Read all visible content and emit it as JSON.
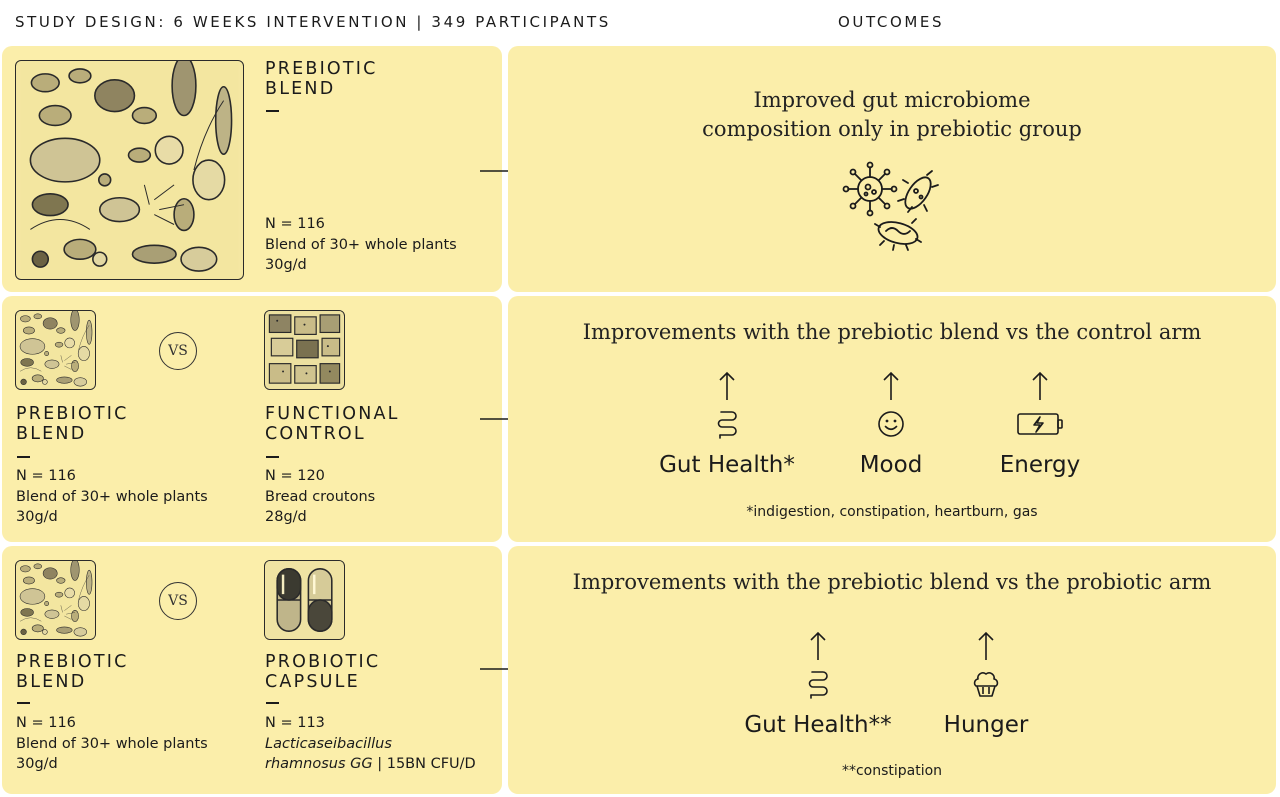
{
  "header": {
    "left": "STUDY DESIGN: 6 WEEKS INTERVENTION | 349 PARTICIPANTS",
    "right": "OUTCOMES"
  },
  "rows": [
    {
      "arm": {
        "title_line1": "PREBIOTIC",
        "title_line2": "BLEND",
        "n": "N = 116",
        "desc": "Blend of 30+ whole plants",
        "dose": "30g/d"
      },
      "outcome": {
        "title_line1": "Improved gut microbiome",
        "title_line2": "composition only in prebiotic group",
        "icon": "microbe-icon"
      }
    },
    {
      "arm_a": {
        "title_line1": "PREBIOTIC",
        "title_line2": "BLEND",
        "n": "N = 116",
        "desc": "Blend of 30+ whole plants",
        "dose": "30g/d"
      },
      "vs": "VS",
      "arm_b": {
        "title_line1": "FUNCTIONAL",
        "title_line2": "CONTROL",
        "n": "N = 120",
        "desc": "Bread croutons",
        "dose": "28g/d"
      },
      "outcome": {
        "title": "Improvements with the prebiotic blend vs the control arm",
        "items": [
          {
            "label": "Gut Health*",
            "icon": "gut-icon",
            "direction": "up"
          },
          {
            "label": "Mood",
            "icon": "smiley-icon",
            "direction": "up"
          },
          {
            "label": "Energy",
            "icon": "battery-icon",
            "direction": "up"
          }
        ],
        "footnote": "*indigestion, constipation, heartburn, gas"
      }
    },
    {
      "arm_a": {
        "title_line1": "PREBIOTIC",
        "title_line2": "BLEND",
        "n": "N = 116",
        "desc": "Blend of 30+ whole plants",
        "dose": "30g/d"
      },
      "vs": "VS",
      "arm_b": {
        "title_line1": "PROBIOTIC",
        "title_line2": "CAPSULE",
        "n": "N = 113",
        "desc_line1": "Lacticaseibacillus",
        "desc_line2_italic": "rhamnosus GG",
        "desc_line2_rest": " | 15BN CFU/D"
      },
      "outcome": {
        "title": "Improvements with the prebiotic blend vs the probiotic arm",
        "items": [
          {
            "label": "Gut Health**",
            "icon": "gut-icon",
            "direction": "up"
          },
          {
            "label": "Hunger",
            "icon": "cupcake-icon",
            "direction": "up"
          }
        ],
        "footnote": "**constipation"
      }
    }
  ],
  "colors": {
    "panel": "#fbeeaa",
    "ink": "#1b1b1b",
    "image_bg": "#f4e7a2"
  }
}
